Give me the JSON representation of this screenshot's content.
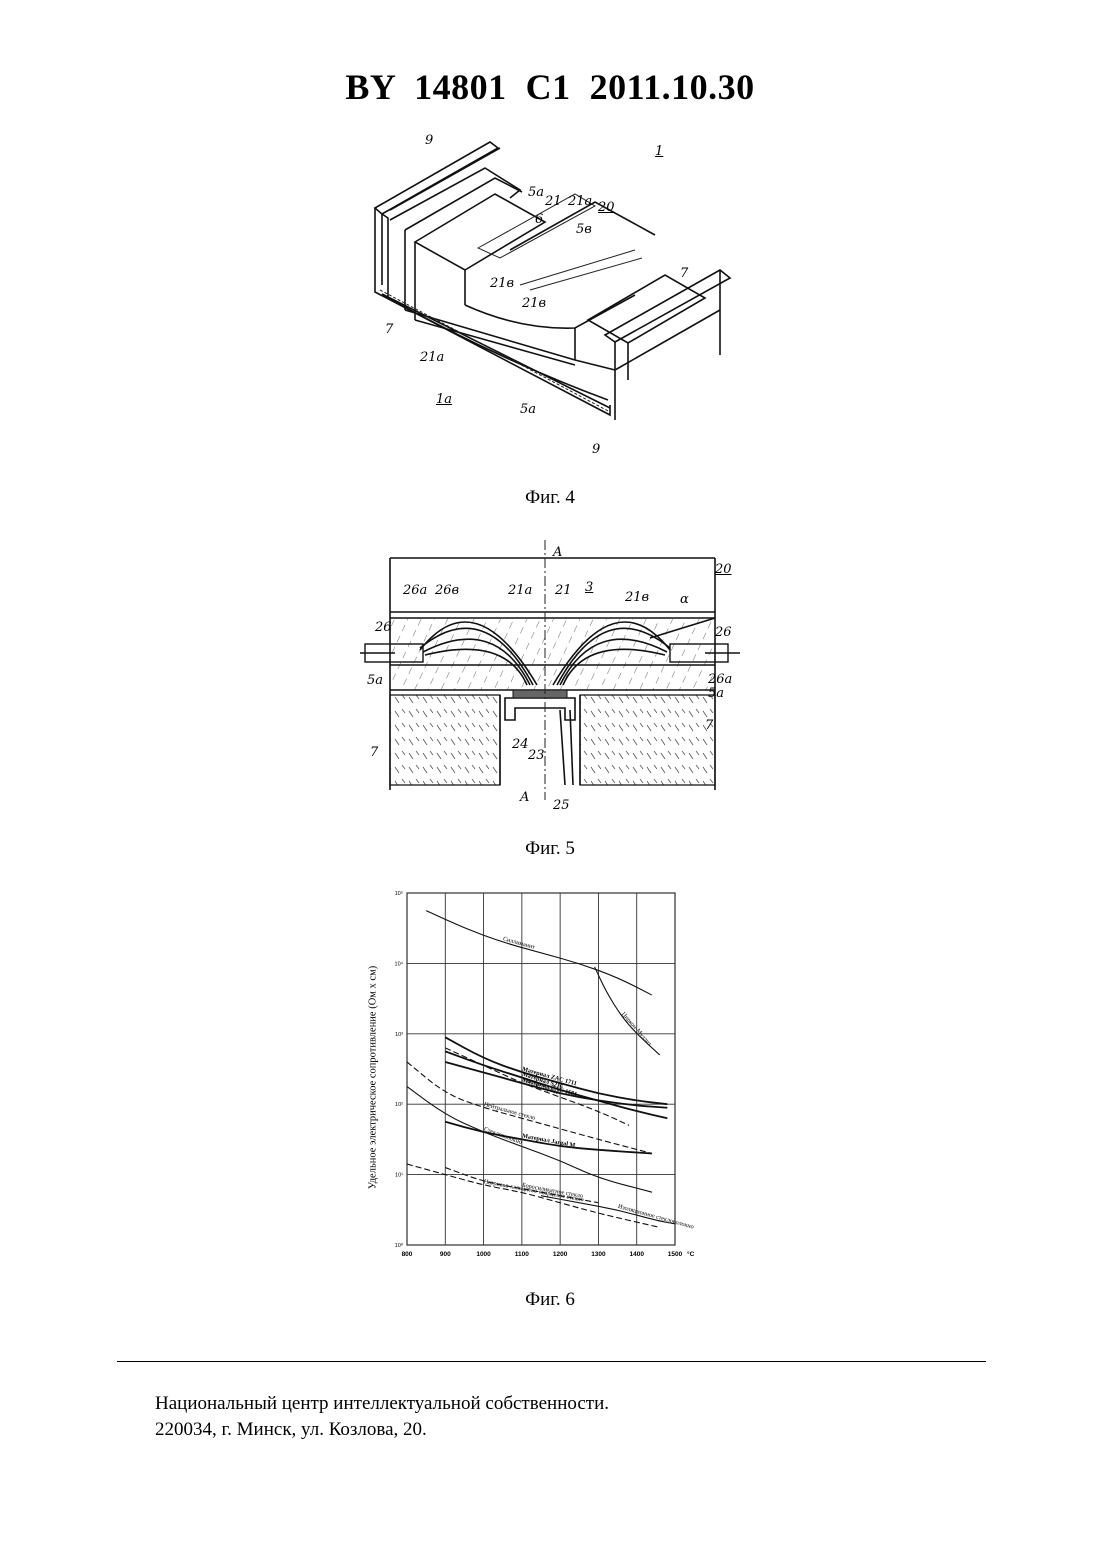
{
  "header": {
    "text": "BY  14801  C1  2011.10.30"
  },
  "figures": {
    "fig4": {
      "caption": "Фиг. 4",
      "labels": [
        "1",
        "9",
        "5а",
        "21",
        "21а",
        "20",
        "6",
        "5в",
        "21в",
        "21в",
        "7",
        "7",
        "21а",
        "1а",
        "5а",
        "9"
      ]
    },
    "fig5": {
      "caption": "Фиг. 5",
      "labels": [
        "A",
        "20",
        "26а",
        "26в",
        "21а",
        "21",
        "3",
        "21в",
        "α",
        "26",
        "26",
        "5а",
        "26а",
        "5а",
        "7",
        "7",
        "24",
        "23",
        "A",
        "25"
      ]
    },
    "fig6": {
      "caption": "Фиг. 6"
    }
  },
  "chart_data": {
    "type": "line",
    "title": "",
    "xlabel": "",
    "ylabel": "Удельное электрическое сопротивление (Ом х см)",
    "x_unit": "°C",
    "x_ticks": [
      "800",
      "900",
      "1000",
      "1100",
      "1200",
      "1300",
      "1400",
      "1500"
    ],
    "y_ticks": [
      "10⁵",
      "10⁴",
      "10³",
      "10²",
      "10¹",
      "10⁰"
    ],
    "xlim": [
      800,
      1500
    ],
    "ylim_log10": [
      0,
      5
    ],
    "grid": true,
    "series": [
      {
        "name": "Силлиманит",
        "style": "solid",
        "points": [
          [
            850,
            4.75
          ],
          [
            950,
            4.5
          ],
          [
            1050,
            4.3
          ],
          [
            1150,
            4.15
          ],
          [
            1250,
            4.0
          ],
          [
            1350,
            3.8
          ],
          [
            1440,
            3.55
          ]
        ]
      },
      {
        "name": "Циркон-Муллит",
        "style": "solid",
        "points": [
          [
            1290,
            3.95
          ],
          [
            1320,
            3.6
          ],
          [
            1360,
            3.25
          ],
          [
            1400,
            3.0
          ],
          [
            1460,
            2.7
          ]
        ]
      },
      {
        "name": "Материал ZAC 1711",
        "style": "solid",
        "points": [
          [
            900,
            2.95
          ],
          [
            1000,
            2.65
          ],
          [
            1100,
            2.45
          ],
          [
            1200,
            2.3
          ],
          [
            1300,
            2.15
          ],
          [
            1400,
            2.05
          ],
          [
            1480,
            2.0
          ]
        ]
      },
      {
        "name": "Материал ZAC 1681",
        "style": "solid",
        "points": [
          [
            900,
            2.6
          ],
          [
            1000,
            2.45
          ],
          [
            1100,
            2.3
          ],
          [
            1200,
            2.15
          ],
          [
            1300,
            2.05
          ],
          [
            1400,
            1.98
          ],
          [
            1480,
            1.95
          ]
        ]
      },
      {
        "name": "Материал S216",
        "style": "solid",
        "points": [
          [
            900,
            2.75
          ],
          [
            1000,
            2.55
          ],
          [
            1100,
            2.38
          ],
          [
            1200,
            2.2
          ],
          [
            1300,
            2.05
          ],
          [
            1400,
            1.9
          ],
          [
            1480,
            1.8
          ]
        ]
      },
      {
        "name": "Стекло пирекс",
        "style": "dashed",
        "points": [
          [
            900,
            2.8
          ],
          [
            1000,
            2.55
          ],
          [
            1100,
            2.3
          ],
          [
            1200,
            2.1
          ],
          [
            1300,
            1.9
          ],
          [
            1380,
            1.7
          ]
        ]
      },
      {
        "name": "Нейтральное стекло",
        "style": "dashed",
        "points": [
          [
            800,
            2.6
          ],
          [
            900,
            2.15
          ],
          [
            1000,
            1.95
          ],
          [
            1100,
            1.8
          ],
          [
            1200,
            1.65
          ],
          [
            1300,
            1.5
          ],
          [
            1440,
            1.3
          ]
        ]
      },
      {
        "name": "Материал Jargal M",
        "style": "solid",
        "points": [
          [
            900,
            1.75
          ],
          [
            1000,
            1.6
          ],
          [
            1100,
            1.5
          ],
          [
            1200,
            1.4
          ],
          [
            1300,
            1.35
          ],
          [
            1440,
            1.3
          ]
        ]
      },
      {
        "name": "Стекловолокно",
        "style": "solid",
        "points": [
          [
            800,
            2.25
          ],
          [
            900,
            1.85
          ],
          [
            1000,
            1.6
          ],
          [
            1100,
            1.4
          ],
          [
            1200,
            1.2
          ],
          [
            1300,
            0.95
          ],
          [
            1440,
            0.75
          ]
        ]
      },
      {
        "name": "Натриево-кальциево-кварцевое стекло",
        "style": "dashed",
        "points": [
          [
            800,
            1.15
          ],
          [
            900,
            1.0
          ],
          [
            1000,
            0.85
          ],
          [
            1100,
            0.75
          ],
          [
            1200,
            0.6
          ],
          [
            1300,
            0.45
          ],
          [
            1460,
            0.25
          ]
        ]
      },
      {
        "name": "Боросиликатное стекло",
        "style": "dashed",
        "points": [
          [
            900,
            1.1
          ],
          [
            1000,
            0.9
          ],
          [
            1100,
            0.8
          ],
          [
            1200,
            0.7
          ],
          [
            1300,
            0.6
          ]
        ]
      },
      {
        "name": "Изоляционное стекловолокно",
        "style": "solid",
        "points": [
          [
            1150,
            0.7
          ],
          [
            1250,
            0.6
          ],
          [
            1350,
            0.5
          ],
          [
            1450,
            0.35
          ],
          [
            1500,
            0.3
          ]
        ]
      }
    ]
  },
  "footer": {
    "line1": "Национальный центр интеллектуальной собственности.",
    "line2": "220034, г. Минск, ул. Козлова, 20."
  }
}
